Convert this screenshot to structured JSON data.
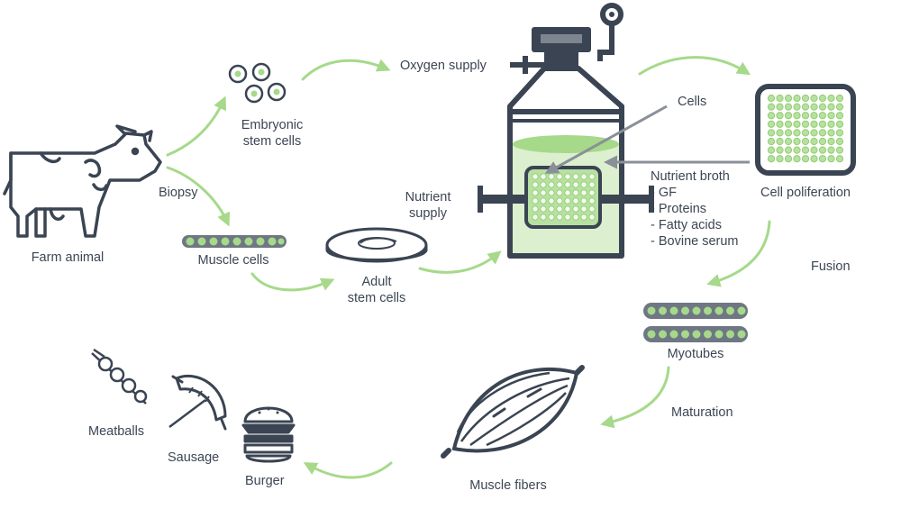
{
  "colors": {
    "ink": "#3a4452",
    "accent": "#a6d98a",
    "accent_light": "#dcefcf",
    "accent_dot": "#8fcf6f",
    "pointer": "#8a8f99"
  },
  "labels": {
    "farm_animal": "Farm animal",
    "biopsy": "Biopsy",
    "embryonic_stem_cells": [
      "Embryonic",
      "stem cells"
    ],
    "muscle_cells": "Muscle cells",
    "adult_stem_cells": [
      "Adult",
      "stem cells"
    ],
    "oxygen_supply": "Oxygen supply",
    "nutrient_supply": [
      "Nutrient",
      "supply"
    ],
    "cells": "Cells",
    "nutrient_broth": [
      "Nutrient broth",
      "- GF",
      "- Proteins",
      "- Fatty acids",
      "- Bovine serum"
    ],
    "cell_proliferation": "Cell poliferation",
    "fusion": "Fusion",
    "myotubes": "Myotubes",
    "maturation": "Maturation",
    "muscle_fibers": "Muscle fibers",
    "meatballs": "Meatballs",
    "sausage": "Sausage",
    "burger": "Burger"
  },
  "icons": [
    "cow-icon",
    "embryonic-cells-icon",
    "muscle-cells-icon",
    "petri-dish-icon",
    "bioreactor-icon",
    "proliferation-grid-icon",
    "myotubes-icon",
    "muscle-fiber-icon",
    "meatball-skewer-icon",
    "sausage-icon",
    "burger-icon"
  ]
}
